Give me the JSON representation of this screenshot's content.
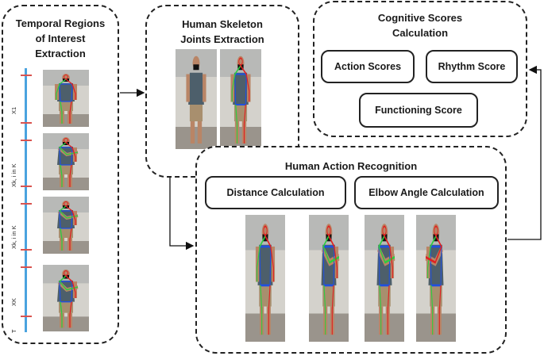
{
  "boxes": {
    "temporal": {
      "title_line1": "Temporal Regions",
      "title_line2": "of Interest",
      "title_line3": "Extraction"
    },
    "skeleton": {
      "title_line1": "Human Skeleton",
      "title_line2": "Joints Extraction"
    },
    "cognitive": {
      "title_line1": "Cognitive Scores",
      "title_line2": "Calculation",
      "pills": {
        "action": "Action Scores",
        "rhythm": "Rhythm Score",
        "functioning": "Functioning Score"
      }
    },
    "recognition": {
      "title": "Human Action Recognition",
      "pills": {
        "distance": "Distance Calculation",
        "elbow": "Elbow Angle Calculation"
      }
    }
  },
  "timeline": {
    "labels": [
      "X1",
      "Xk, i in K",
      "Xk, i in K",
      "XK",
      "T"
    ]
  },
  "colors": {
    "dash_border": "#222222",
    "timeline_blue": "#4aa3df",
    "tick_red": "#d9534f",
    "skeleton_red": "#e02020",
    "skeleton_green": "#2ecc40",
    "skeleton_blue": "#2050e0"
  }
}
